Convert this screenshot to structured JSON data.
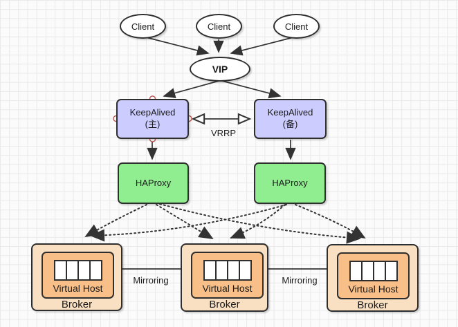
{
  "nodes": {
    "clients": [
      {
        "label": "Client"
      },
      {
        "label": "Client"
      },
      {
        "label": "Client"
      }
    ],
    "vip": {
      "label": "VIP"
    },
    "keepalived_master": {
      "name": "KeepAlived",
      "role": "(主)"
    },
    "keepalived_backup": {
      "name": "KeepAlived",
      "role": "(备)"
    },
    "haproxy_left": {
      "label": "HAProxy"
    },
    "haproxy_right": {
      "label": "HAProxy"
    },
    "brokers": [
      {
        "virtual_host_label": "Virtual Host",
        "broker_label": "Broker",
        "queue_cells": 4
      },
      {
        "virtual_host_label": "Virtual Host",
        "broker_label": "Broker",
        "queue_cells": 4
      },
      {
        "virtual_host_label": "Virtual Host",
        "broker_label": "Broker",
        "queue_cells": 4
      }
    ]
  },
  "edge_labels": {
    "vrrp": "VRRP",
    "mirroring_left": "Mirroring",
    "mirroring_right": "Mirroring"
  },
  "colors": {
    "keepalived_fill": "#CCCCFF",
    "haproxy_fill": "#90EE90",
    "broker_outer_fill": "#FAE0C2",
    "broker_inner_fill": "#F8C088",
    "node_border": "#2E2E2E",
    "edge_stroke": "#333333",
    "connection_point_stroke": "#B85450",
    "canvas_bg": "#FBFBFB",
    "grid_line": "#E9E9E9"
  }
}
